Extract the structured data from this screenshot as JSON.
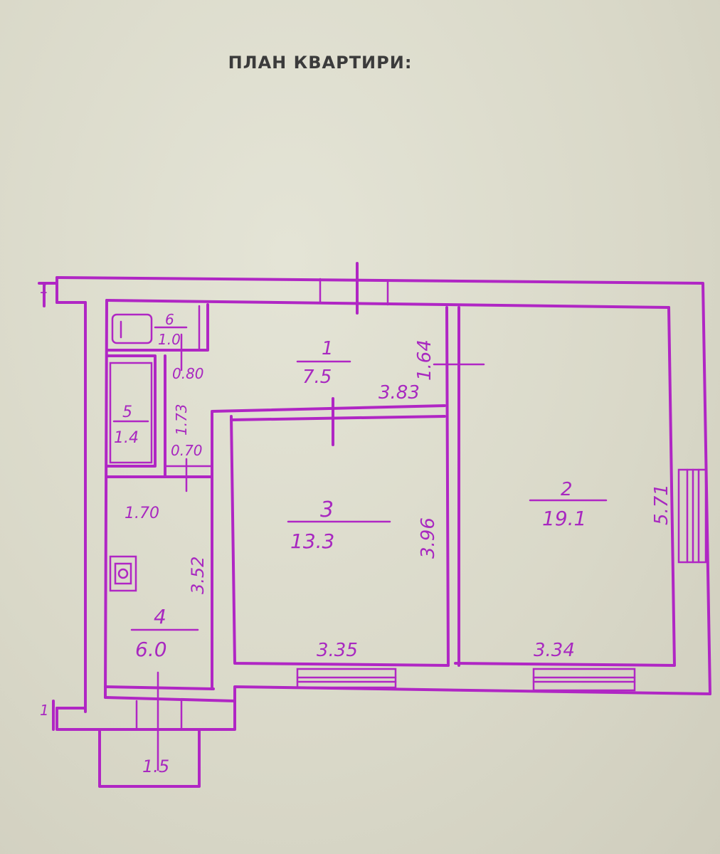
{
  "title": "ПЛАН КВАРТИРИ:",
  "rooms": [
    {
      "number": "1",
      "area": "7.5"
    },
    {
      "number": "2",
      "area": "19.1"
    },
    {
      "number": "3",
      "area": "13.3"
    },
    {
      "number": "4",
      "area": "6.0"
    },
    {
      "number": "5",
      "area": "1.4"
    },
    {
      "number": "6",
      "area": "1.0"
    }
  ],
  "dimensions": {
    "hall_width": "3.83",
    "hall_depth": "1.64",
    "room2_width": "3.34",
    "room2_length": "5.71",
    "room3_width": "3.35",
    "room3_length": "3.96",
    "kitchen_length": "3.52",
    "kitchen_width": "1.70",
    "bath_length": "1.73",
    "wc_width": "0.80",
    "bath_width": "0.70",
    "balcony": "1.5"
  },
  "section_marks": {
    "top": "1",
    "bottom": "1"
  },
  "ink_color": "#b026c4"
}
